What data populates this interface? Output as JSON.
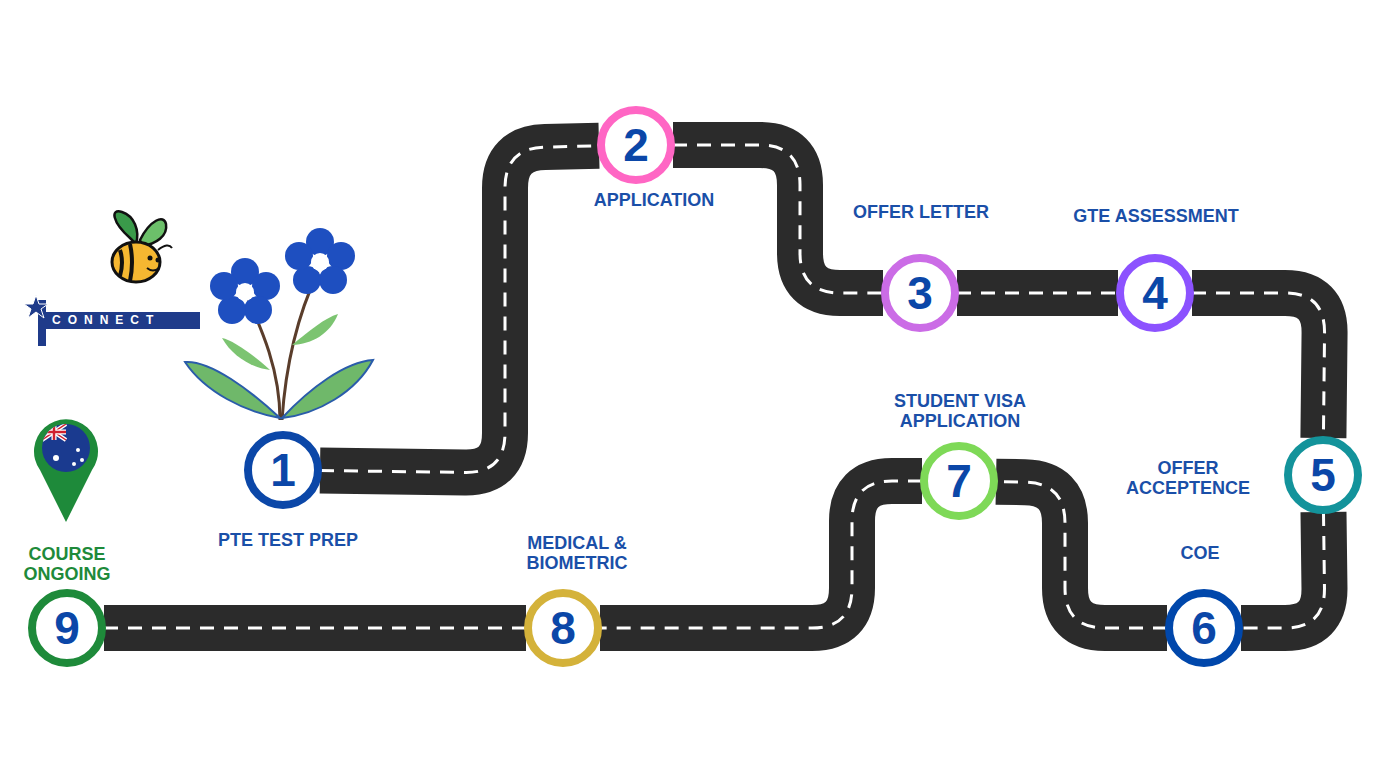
{
  "diagram": {
    "nodes": [
      {
        "text": [
          "1",
          "PTE TEST PREP"
        ]
      },
      {
        "text": [
          "2",
          "APPLICATION"
        ]
      },
      {
        "text": [
          "3",
          "OFFER LETTER"
        ]
      },
      {
        "text": [
          "4",
          "GTE ASSESSMENT"
        ]
      },
      {
        "text": [
          "5",
          "OFFER ACCEPTENCE"
        ]
      },
      {
        "text": [
          "6",
          "COE"
        ]
      },
      {
        "text": [
          "7",
          "STUDENT VISA APPLICATION"
        ]
      },
      {
        "text": [
          "8",
          "MEDICAL & BIOMETRIC"
        ]
      },
      {
        "text": [
          "9",
          "COURSE ONGOING"
        ]
      }
    ],
    "edges": [
      {
        "from": 0,
        "to": 1,
        "arrow": "none"
      },
      {
        "from": 1,
        "to": 2,
        "arrow": "none"
      },
      {
        "from": 2,
        "to": 3,
        "arrow": "none"
      },
      {
        "from": 3,
        "to": 4,
        "arrow": "none"
      },
      {
        "from": 4,
        "to": 5,
        "arrow": "none"
      },
      {
        "from": 5,
        "to": 6,
        "arrow": "none"
      },
      {
        "from": 6,
        "to": 7,
        "arrow": "none"
      },
      {
        "from": 7,
        "to": 8,
        "arrow": "none"
      }
    ],
    "labels": [
      "CONNECT"
    ]
  }
}
